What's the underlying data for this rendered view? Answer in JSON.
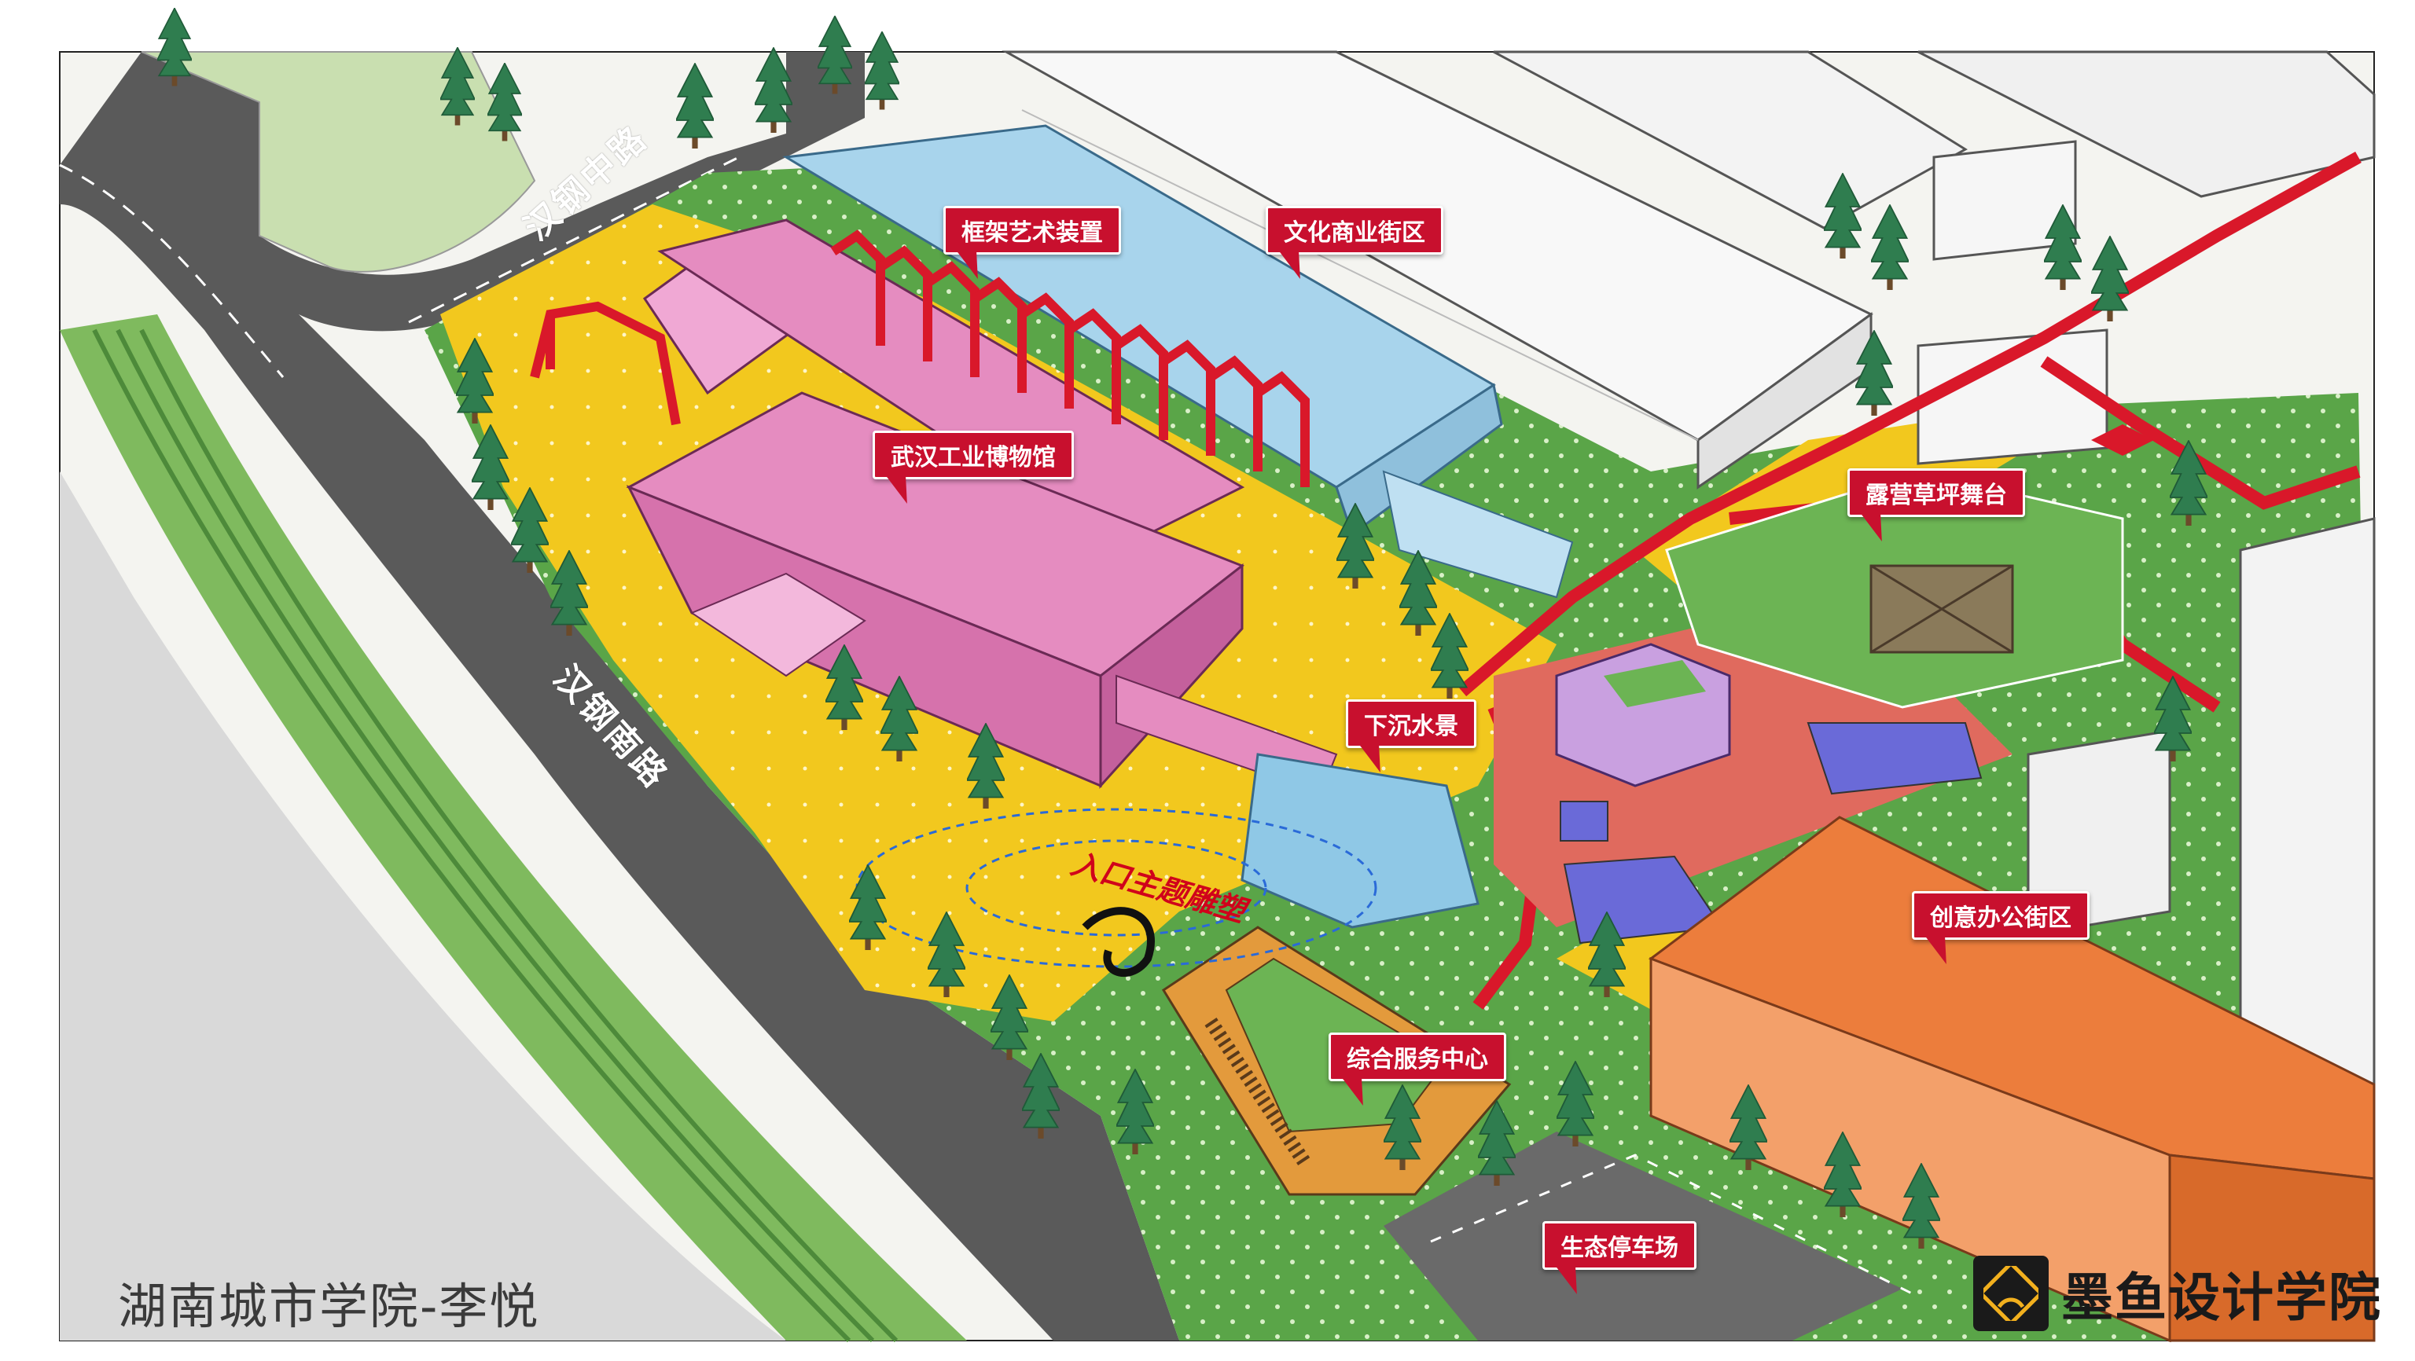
{
  "callouts": {
    "frame_art": "框架艺术装置",
    "culture_street": "文化商业街区",
    "museum": "武汉工业博物馆",
    "camping_stage": "露营草坪舞台",
    "sunken_water": "下沉水景",
    "creative_office": "创意办公街区",
    "service_center": "综合服务中心",
    "eco_parking": "生态停车场"
  },
  "sculpture_label": "入口主题雕塑",
  "roads": {
    "north": "汉钢中路",
    "south": "汉钢南路"
  },
  "caption": "湖南城市学院-李悦",
  "logo": {
    "text": "墨鱼设计学院",
    "icon": "cuttlefish-logo-icon"
  },
  "colors": {
    "plaza_yellow": "#f2c81e",
    "lawn_green": "#5aa548",
    "museum_pink": "#e58cc0",
    "office_orange": "#ec7d3c",
    "walkway_red": "#d9182a",
    "callout_red": "#c8102e",
    "road_gray": "#5a5a5a",
    "water_blue": "#8fc8e6"
  }
}
